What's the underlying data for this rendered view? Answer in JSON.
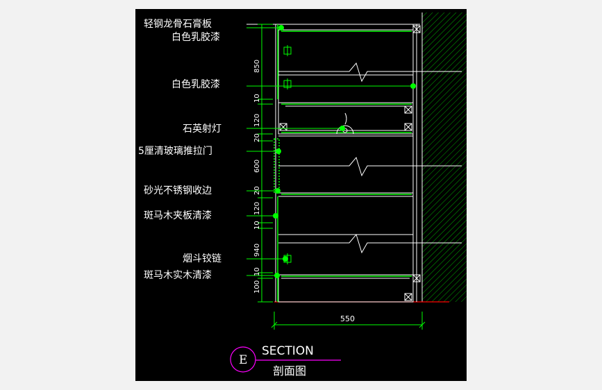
{
  "labels": {
    "l1": "轻钢龙骨石膏板",
    "l2": "白色乳胶漆",
    "l3": "白色乳胶漆",
    "l4": "石英射灯",
    "l5": "5厘清玻璃推拉门",
    "l6": "砂光不锈钢收边",
    "l7": "斑马木夹板清漆",
    "l8": "烟斗铰链",
    "l9": "斑马木实木清漆"
  },
  "dimensions": {
    "d850": "850",
    "d10a": "10",
    "d120a": "120",
    "d20a": "20",
    "d600": "600",
    "d20b": "20",
    "d120b": "120",
    "d10b": "10",
    "d940": "940",
    "d10c": "10",
    "d100": "100",
    "d550": "550"
  },
  "section": {
    "tag": "E",
    "title": "SECTION",
    "subtitle": "剖面图"
  },
  "colors": {
    "background": "#000000",
    "outline": "#ffffff",
    "leader": "#00ff00",
    "hatch": "#00aa00",
    "cyan": "#00ffff",
    "magenta": "#ff00ff",
    "floor": "#ff0000"
  }
}
